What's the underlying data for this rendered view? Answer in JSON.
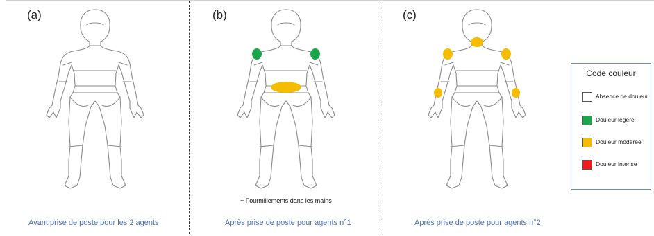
{
  "panels": [
    {
      "label": "(a)",
      "caption": "Avant prise de poste pour les 2 agents",
      "note": "",
      "pain_areas": []
    },
    {
      "label": "(b)",
      "caption": "Après prise de poste pour agents n°1",
      "note": "+ Fourmillements dans les mains",
      "pain_areas": [
        {
          "area": "left-shoulder",
          "level": "Douleur légère"
        },
        {
          "area": "right-shoulder",
          "level": "Douleur légère"
        },
        {
          "area": "lower-back",
          "level": "Douleur modérée"
        }
      ]
    },
    {
      "label": "(c)",
      "caption": "Après prise de poste pour agents n°2",
      "note": "",
      "pain_areas": [
        {
          "area": "neck",
          "level": "Douleur modérée"
        },
        {
          "area": "left-shoulder",
          "level": "Douleur modérée"
        },
        {
          "area": "right-shoulder",
          "level": "Douleur modérée"
        },
        {
          "area": "left-wrist",
          "level": "Douleur modérée"
        },
        {
          "area": "right-wrist",
          "level": "Douleur modérée"
        }
      ]
    }
  ],
  "legend": {
    "title": "Code couleur",
    "items": [
      {
        "label": "Absence de douleur",
        "color": "#ffffff"
      },
      {
        "label": "Douleur légère",
        "color": "#1aa64a"
      },
      {
        "label": "Douleur modérée",
        "color": "#f5bd00"
      },
      {
        "label": "Douleur intense",
        "color": "#ee1c1c"
      }
    ]
  }
}
